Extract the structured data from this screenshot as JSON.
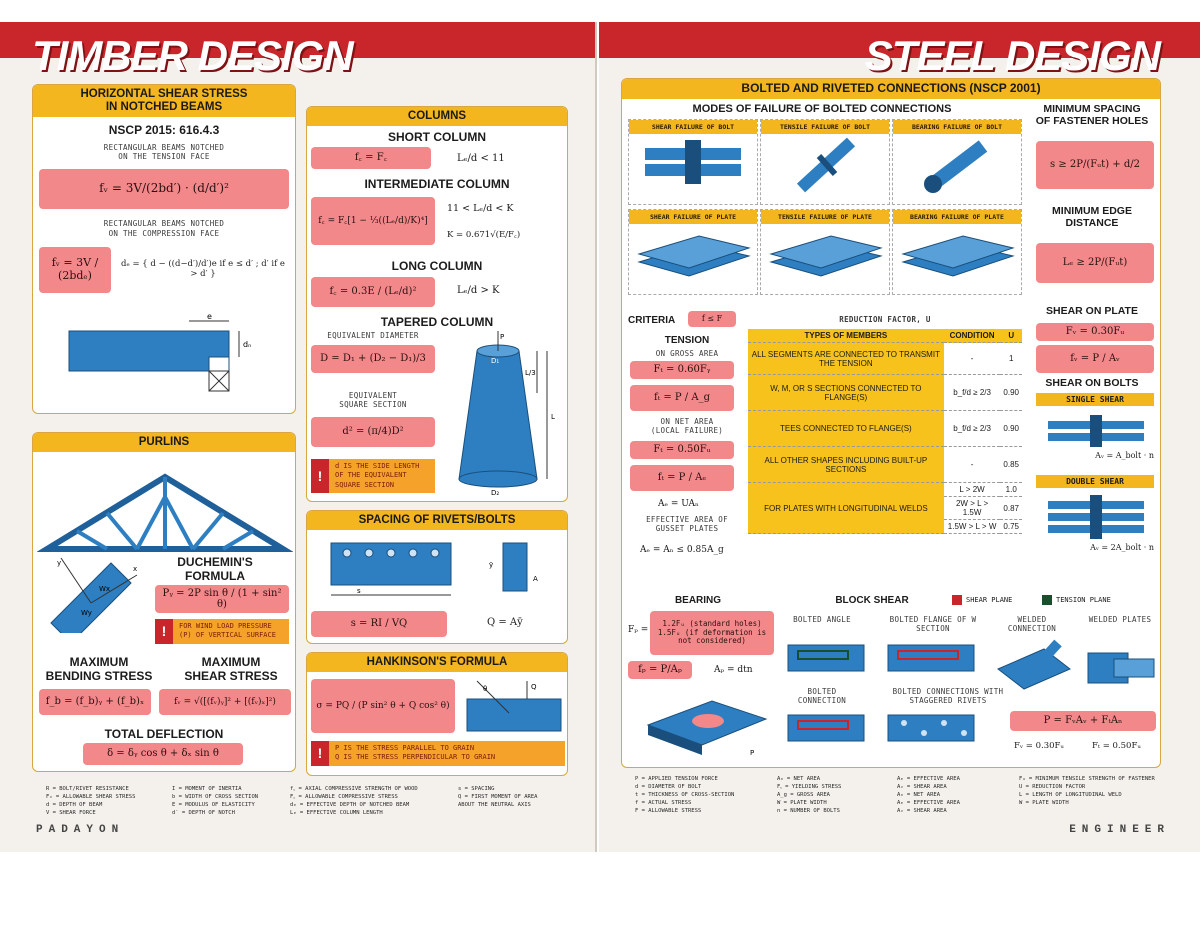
{
  "left": {
    "title": "TIMBER DESIGN",
    "footer": "PADAYON",
    "hshear": {
      "head1": "HORIZONTAL SHEAR STRESS",
      "head2": "IN NOTCHED BEAMS",
      "code": "NSCP 2015: 616.4.3",
      "note1a": "RECTANGULAR BEAMS NOTCHED",
      "note1b": "ON THE TENSION FACE",
      "f1": "fᵥ = 3V/(2bd′) · (d/d′)²",
      "note2a": "RECTANGULAR BEAMS NOTCHED",
      "note2b": "ON THE COMPRESSION FACE",
      "f2a": "fᵥ = 3V / (2bdₑ)",
      "f2b": "dₑ = { d − ((d−d′)/d′)e   if e ≤ d′ ;  d′   if e > d′ }",
      "dim_e": "e",
      "dim_d": "dₙ"
    },
    "columns": {
      "head": "COLUMNS",
      "short": "SHORT COLUMN",
      "short_f": "f꜀ = F꜀",
      "short_c": "Lₑ/d < 11",
      "inter": "INTERMEDIATE COLUMN",
      "inter_f": "f꜀ = F꜀[1 − ⅓((Lₑ/d)/K)⁴]",
      "inter_c1": "11 < Lₑ/d < K",
      "inter_c2": "K = 0.671√(E/F꜀)",
      "long": "LONG COLUMN",
      "long_f": "f꜀ = 0.3E / (Lₑ/d)²",
      "long_c": "Lₑ/d > K",
      "tapered": "TAPERED COLUMN",
      "eq_dia": "EQUIVALENT DIAMETER",
      "tap_f": "D = D₁ + (D₂ − D₁)/3",
      "eq_sq1": "EQUIVALENT",
      "eq_sq2": "SQUARE SECTION",
      "sq_f": "d² = (π/4)D²",
      "note": "d IS THE SIDE LENGTH OF THE EQUIVALENT SQUARE SECTION",
      "lbl_p": "P",
      "lbl_d1": "D₁",
      "lbl_d2": "D₂",
      "lbl_l3": "L/3",
      "lbl_l": "L"
    },
    "purlins": {
      "head": "PURLINS",
      "duch1": "DUCHEMIN'S",
      "duch2": "FORMULA",
      "f": "Pᵧ = 2P sin θ / (1 + sin² θ)",
      "note": "FOR WIND LOAD PRESSURE (P) OF VERTICAL SURFACE",
      "maxb1": "MAXIMUM",
      "maxb2": "BENDING STRESS",
      "maxs1": "MAXIMUM",
      "maxs2": "SHEAR STRESS",
      "fb": "f_b = (f_b)ᵧ + (f_b)ₓ",
      "fv": "fᵥ = √([(fᵥ)ᵧ]² + [(fᵥ)ₓ]²)",
      "defl": "TOTAL DEFLECTION",
      "df": "δ = δᵧ cos θ + δₓ sin θ",
      "lbl_wy": "Wy",
      "lbl_wx": "Wx",
      "lbl_y": "y",
      "lbl_x": "x"
    },
    "rivets": {
      "head": "SPACING OF RIVETS/BOLTS",
      "f1": "s = RI / VQ",
      "f2": "Q = Aȳ",
      "lbl_s": "s",
      "lbl_a": "A",
      "lbl_y": "ȳ"
    },
    "hank": {
      "head": "HANKINSON'S FORMULA",
      "f": "σ = PQ / (P sin² θ + Q cos² θ)",
      "note1": "P IS THE STRESS PARALLEL TO GRAIN",
      "note2": "Q IS THE STRESS PERPENDICULAR TO GRAIN",
      "lbl_theta": "θ",
      "lbl_q": "Q"
    },
    "legend": [
      [
        "R = BOLT/RIVET RESISTANCE",
        "Fᵥ = ALLOWABLE SHEAR STRESS",
        "d = DEPTH OF BEAM",
        "V = SHEAR FORCE"
      ],
      [
        "I = MOMENT OF INERTIA",
        "b = WIDTH OF CROSS SECTION",
        "E = MODULUS OF ELASTICITY",
        "d′ = DEPTH OF NOTCH"
      ],
      [
        "f꜀ = AXIAL COMPRESSIVE STRENGTH OF WOOD",
        "F꜀ = ALLOWABLE COMPRESSIVE STRESS",
        "dₑ = EFFECTIVE DEPTH OF NOTCHED BEAM",
        "Lₑ = EFFECTIVE COLUMN LENGTH"
      ],
      [
        "s = SPACING",
        "Q = FIRST MOMENT OF AREA",
        "ABOUT THE NEUTRAL AXIS"
      ]
    ]
  },
  "right": {
    "title": "STEEL DESIGN",
    "footer": "ENGINEER",
    "bolted_head": "BOLTED AND RIVETED CONNECTIONS (NSCP 2001)",
    "modes_title": "MODES OF FAILURE OF BOLTED CONNECTIONS",
    "modes": [
      "SHEAR FAILURE OF BOLT",
      "TENSILE FAILURE OF BOLT",
      "BEARING FAILURE OF BOLT",
      "SHEAR FAILURE OF PLATE",
      "TENSILE FAILURE OF PLATE",
      "BEARING FAILURE OF PLATE"
    ],
    "min_spacing1": "MINIMUM SPACING",
    "min_spacing2": "OF FASTENER HOLES",
    "min_spacing_f": "s ≥ 2P/(Fᵤt) + d/2",
    "min_edge1": "MINIMUM EDGE",
    "min_edge2": "DISTANCE",
    "min_edge_f": "Lₑ ≥ 2P/(Fᵤt)",
    "criteria": "CRITERIA",
    "criteria_f": "f ≤ F",
    "tension": "TENSION",
    "gross": "ON GROSS AREA",
    "ft1": "Fₜ = 0.60Fᵧ",
    "ft1b": "fₜ = P / A_g",
    "net1": "ON NET AREA",
    "net2": "(LOCAL FAILURE)",
    "ft2": "Fₜ = 0.50Fᵤ",
    "ft2b": "fₜ = P / Aₑ",
    "ae": "Aₑ = UAₙ",
    "eff1": "EFFECTIVE AREA OF",
    "eff2": "GUSSET PLATES",
    "ae2": "Aₑ = Aₙ ≤ 0.85A_g",
    "rf_title": "REDUCTION FACTOR, U",
    "rf_head": [
      "TYPES OF MEMBERS",
      "CONDITION",
      "U"
    ],
    "rf_rows": [
      [
        "ALL SEGMENTS ARE CONNECTED TO TRANSMIT THE TENSION",
        "-",
        "1"
      ],
      [
        "W, M, OR S SECTIONS CONNECTED TO FLANGE(S)",
        "b_f/d ≥ 2/3",
        "0.90"
      ],
      [
        "TEES CONNECTED TO FLANGE(S)",
        "b_f/d ≥ 2/3",
        "0.90"
      ],
      [
        "ALL OTHER SHAPES INCLUDING BUILT-UP SECTIONS",
        "-",
        "0.85"
      ],
      [
        "FOR PLATES WITH LONGITUDINAL WELDS",
        "L > 2W",
        "1.0"
      ],
      [
        "",
        "2W > L > 1.5W",
        "0.87"
      ],
      [
        "",
        "1.5W > L > W",
        "0.75"
      ]
    ],
    "shear_plate": "SHEAR ON PLATE",
    "sp_f1": "Fᵥ = 0.30Fᵤ",
    "sp_f2": "fᵥ = P / Aᵥ",
    "shear_bolts": "SHEAR ON BOLTS",
    "single": "SINGLE SHEAR",
    "single_f": "Aᵥ = A_bolt · n",
    "double": "DOUBLE SHEAR",
    "double_f": "Aᵥ = 2A_bolt · n",
    "bearing": "BEARING",
    "bearing_f1": "1.2Fᵤ (standard holes)",
    "bearing_f2": "1.5Fᵤ (if deformation is not considered)",
    "bearing_fp": "Fₚ =",
    "bearing_f3": "fₚ = P/Aₚ",
    "bearing_f4": "Aₚ = dtn",
    "block": "BLOCK SHEAR",
    "shear_plane": "SHEAR PLANE",
    "tension_plane": "TENSION PLANE",
    "bs_labels": [
      "BOLTED ANGLE",
      "BOLTED FLANGE OF W SECTION",
      "WELDED CONNECTION",
      "WELDED PLATES",
      "BOLTED CONNECTION",
      "BOLTED CONNECTIONS WITH STAGGERED RIVETS"
    ],
    "bs_f": "P = FᵥAᵥ + FₜAₙ",
    "bs_f2": "Fᵥ = 0.30Fᵤ",
    "bs_f3": "Fₜ = 0.50Fᵤ",
    "lbl_p": "P",
    "legend": [
      [
        "P = APPLIED TENSION FORCE",
        "d = DIAMETER OF BOLT",
        "t = THICKNESS OF CROSS-SECTION",
        "f = ACTUAL STRESS",
        "F = ALLOWABLE STRESS"
      ],
      [
        "Aₙ = NET AREA",
        "Fᵧ = YIELDING STRESS",
        "A_g = GROSS AREA",
        "W = PLATE WIDTH",
        "n = NUMBER OF BOLTS"
      ],
      [
        "Aₑ = EFFECTIVE AREA",
        "Aᵥ = SHEAR AREA",
        "Aₙ = NET AREA",
        "Aₑ = EFFECTIVE AREA",
        "Aᵥ = SHEAR AREA"
      ],
      [
        "Fᵤ = MINIMUM TENSILE STRENGTH OF FASTENER",
        "U = REDUCTION FACTOR",
        "L = LENGTH OF LONGITUDINAL WELD",
        "W = PLATE WIDTH"
      ]
    ]
  }
}
